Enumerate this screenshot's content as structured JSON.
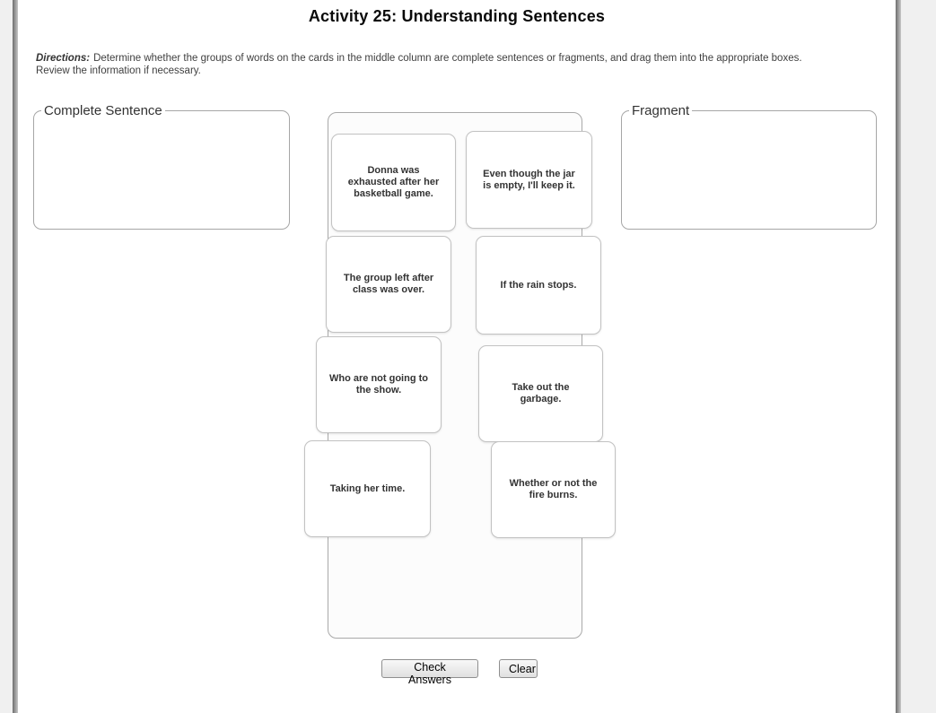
{
  "header": {
    "title": "Activity 25: Understanding Sentences"
  },
  "directions": {
    "label": "Directions:",
    "sentence1": "Determine whether the groups of words on the cards in the middle column are complete sentences or fragments, and drag them into the appropriate boxes.",
    "sentence2": "Review the information if necessary."
  },
  "dropzones": {
    "complete": {
      "label": "Complete Sentence"
    },
    "fragment": {
      "label": "Fragment"
    }
  },
  "cards": [
    {
      "text": "Donna was exhausted after her basketball game."
    },
    {
      "text": "Even though the jar is empty, I'll keep it."
    },
    {
      "text": "The group left after class was over."
    },
    {
      "text": "If the rain stops."
    },
    {
      "text": "Who are not going to the show."
    },
    {
      "text": "Take out the garbage."
    },
    {
      "text": "Taking her time."
    },
    {
      "text": "Whether or not the fire burns."
    }
  ],
  "buttons": {
    "check": "Check Answers",
    "clear": "Clear"
  }
}
